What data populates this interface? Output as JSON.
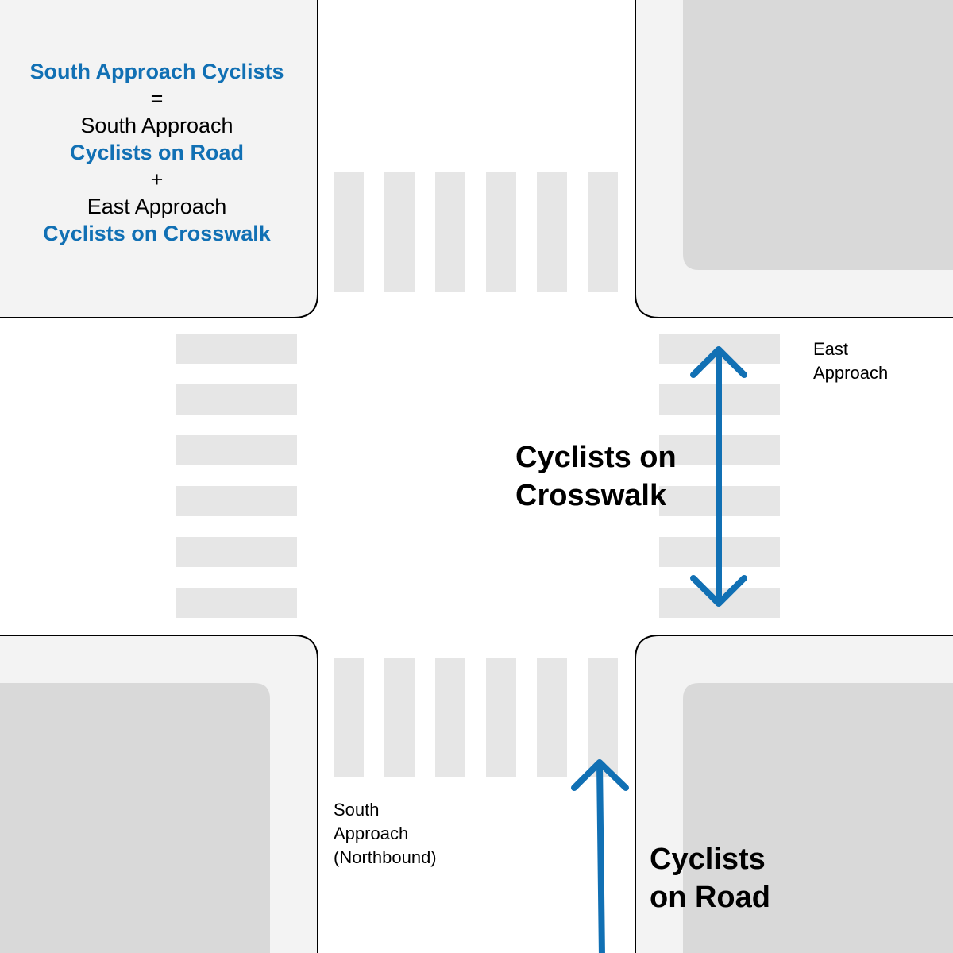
{
  "colors": {
    "accent": "#1170b4",
    "sidewalk": "#f3f3f3",
    "block": "#d9d9d9",
    "crosswalk_stripe": "#e6e6e6",
    "curb": "#000000"
  },
  "equation": {
    "title": "South Approach Cyclists",
    "equals": "=",
    "term1_approach": "South Approach",
    "term1_label": "Cyclists on Road",
    "plus": "+",
    "term2_approach": "East Approach",
    "term2_label": "Cyclists on Crosswalk"
  },
  "labels": {
    "east_approach": [
      "East",
      "Approach"
    ],
    "south_approach": [
      "South",
      "Approach",
      "(Northbound)"
    ],
    "cyclists_on_crosswalk": [
      "Cyclists on",
      "Crosswalk"
    ],
    "cyclists_on_road": [
      "Cyclists",
      "on Road"
    ]
  }
}
